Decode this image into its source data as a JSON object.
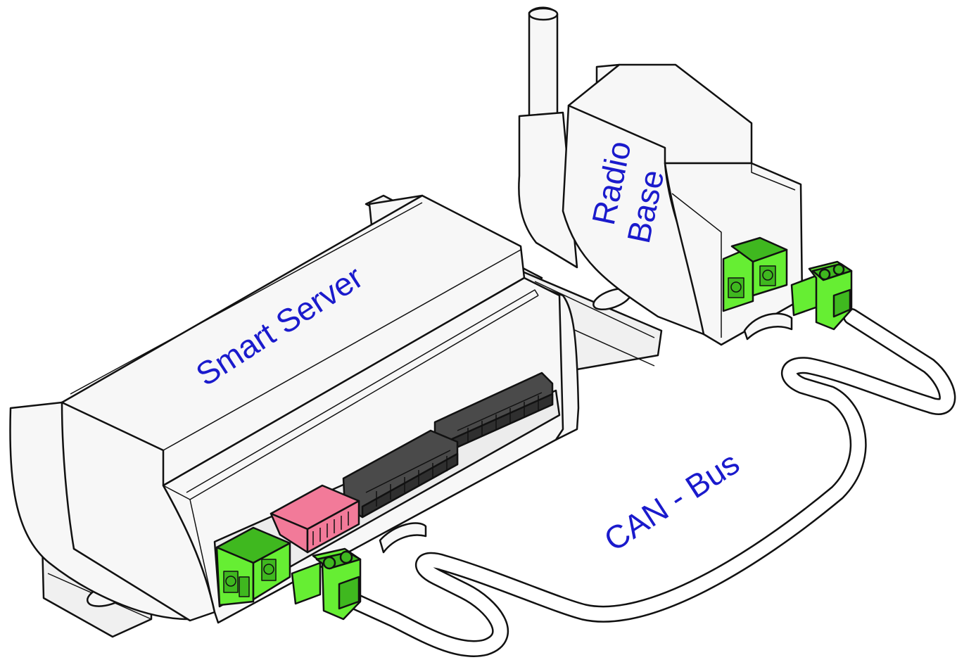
{
  "labels": {
    "smart_server": "Smart Server",
    "radio_line1": "Radio",
    "radio_line2": "Base",
    "can_bus": "CAN - Bus"
  },
  "colors": {
    "label_blue": "#1a1acc",
    "terminal_green": "#66ee33",
    "terminal_green_dark": "#3fb81f",
    "dip_switch_pink": "#f27a99",
    "connector_dark": "#4a4a4a",
    "outline": "#111111",
    "housing": "#f7f7f7",
    "rail": "#f0f0f0",
    "cable": "#ffffff"
  },
  "icons": {
    "antenna": "antenna-icon",
    "din_rail": "din-rail-icon"
  }
}
